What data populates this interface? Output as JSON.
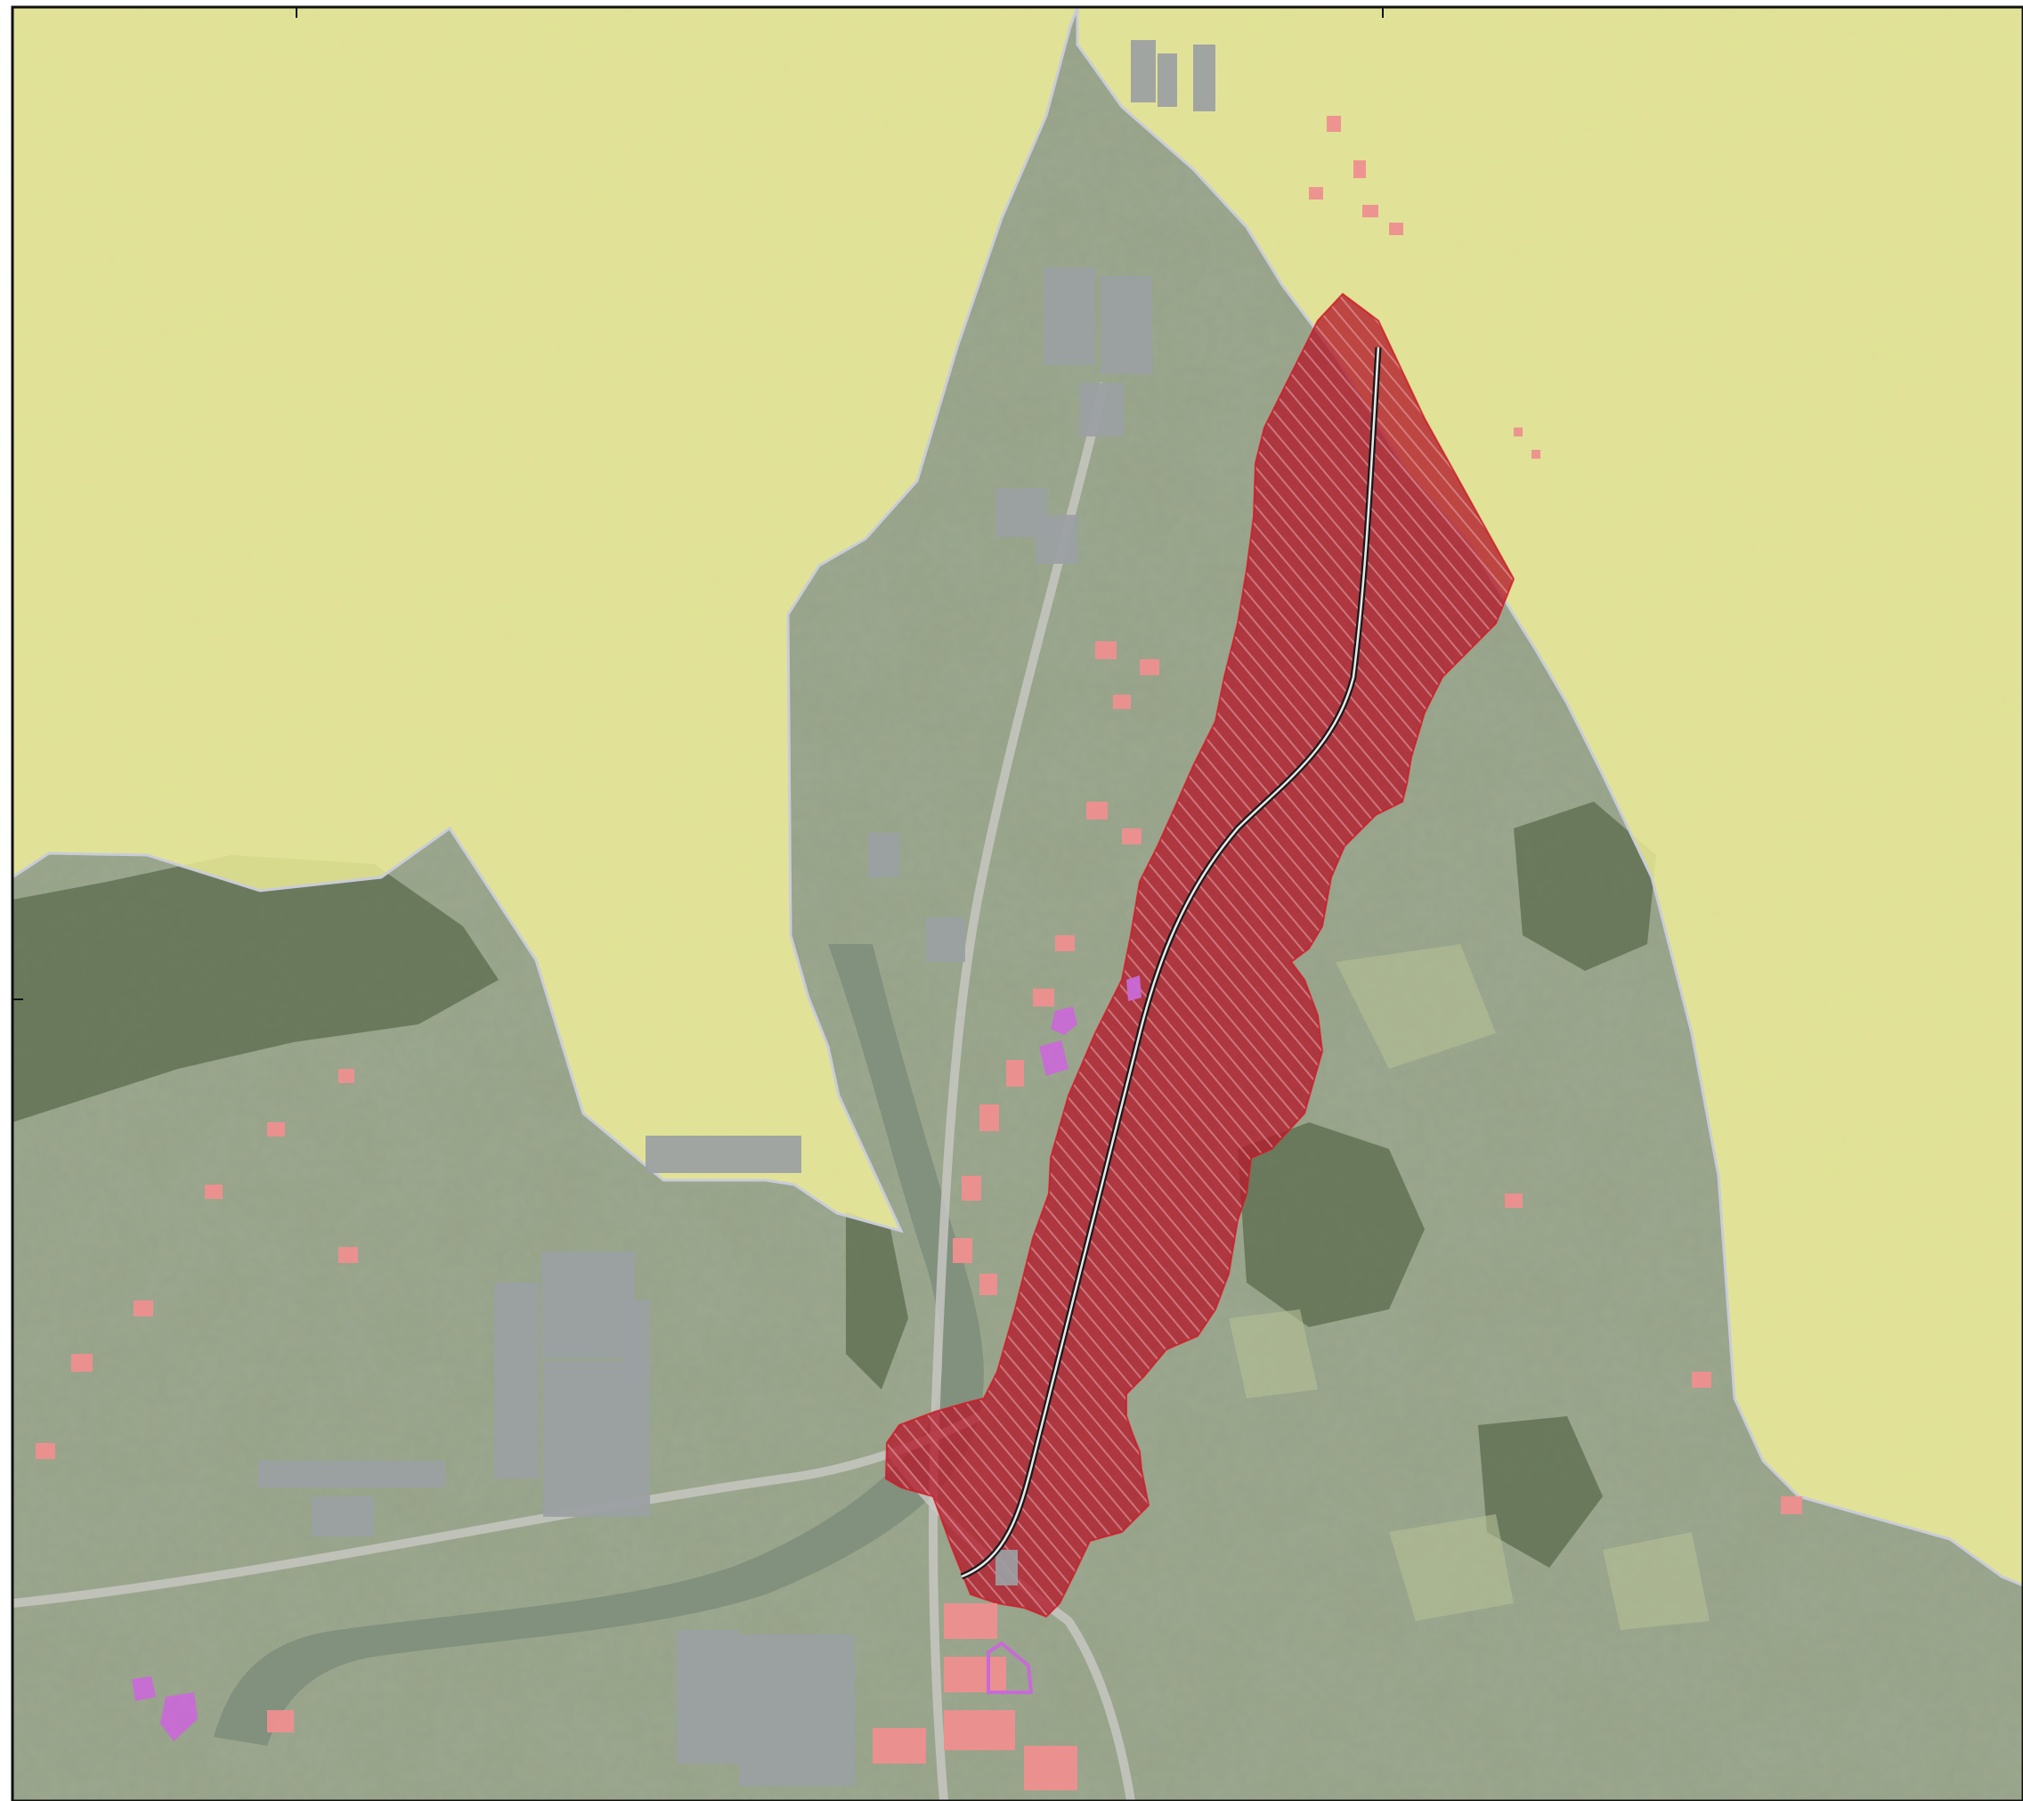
{
  "map": {
    "colors": {
      "background_terrain": "#9aa58a",
      "forest": "#5b6b4c",
      "field": "#b6c096",
      "river": "#7f8e7c",
      "road": "#c9c9c4",
      "excluded_zone": "#f3f19a",
      "excluded_zone_border": "#c9ccd8",
      "hatched_zone_fill": "#c01a2c",
      "hatched_zone_stroke": "#d8141e",
      "buildings_residential": "#ee8f8f",
      "buildings_industrial": "#9b9fa3",
      "buildings_highlight": "#c86ad6",
      "rail_line": "#1a1a1a",
      "frame": "#111111"
    },
    "layers": [
      "aerial-orthophoto",
      "excluded-zone-overlay",
      "hatched-zone",
      "buildings-residential",
      "buildings-industrial",
      "buildings-highlight",
      "rail-line",
      "map-frame"
    ]
  }
}
